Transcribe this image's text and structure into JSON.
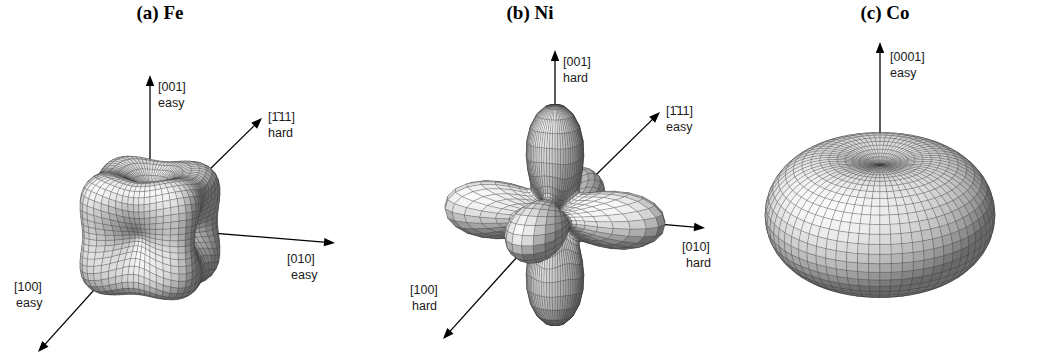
{
  "diagram": {
    "labels": [
      "(a) Fe",
      "(b) Ni",
      "(c) Co",
      "[001]",
      "easy",
      "[1̄11]",
      "hard",
      "[100]",
      "easy",
      "[010]",
      "easy",
      "[001]",
      "hard",
      "[1̄11]",
      "easy",
      "[100]",
      "hard",
      "[010]",
      "hard",
      "[0001]",
      "easy"
    ]
  }
}
